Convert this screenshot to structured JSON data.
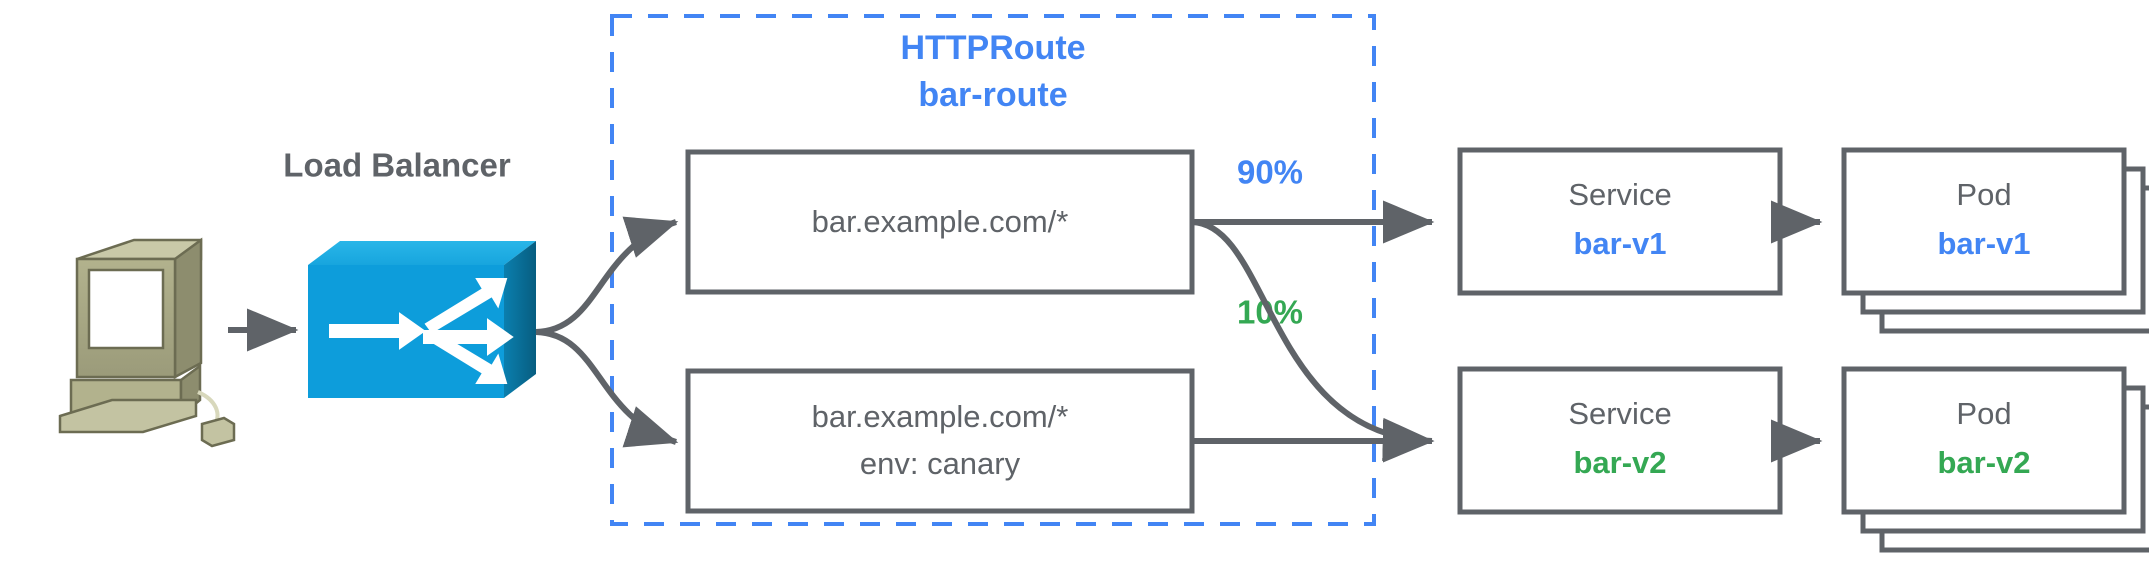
{
  "diagram": {
    "title_group": {
      "kind_label": "HTTPRoute",
      "name_label": "bar-route",
      "color": "#4285f4"
    },
    "client": {
      "icon_name": "workstation-icon",
      "body_color": "#a3a380",
      "screen_color": "#ffffff"
    },
    "load_balancer": {
      "label": "Load Balancer",
      "icon_name": "load-balancer-icon",
      "color": "#0d9ddb",
      "label_color": "#5f6368"
    },
    "rules": [
      {
        "line1": "bar.example.com/*",
        "line2": "",
        "weight_label": "90%",
        "weight_color": "#4285f4"
      },
      {
        "line1": "bar.example.com/*",
        "line2": "env: canary",
        "weight_label": "10%",
        "weight_color": "#34a853"
      }
    ],
    "services": [
      {
        "kind": "Service",
        "name": "bar-v1",
        "color": "#4285f4"
      },
      {
        "kind": "Service",
        "name": "bar-v2",
        "color": "#34a853"
      }
    ],
    "pods": [
      {
        "kind": "Pod",
        "name": "bar-v1",
        "color": "#4285f4",
        "stack_count": 3
      },
      {
        "kind": "Pod",
        "name": "bar-v2",
        "color": "#34a853",
        "stack_count": 3
      }
    ],
    "edge_color": "#5f6368"
  }
}
